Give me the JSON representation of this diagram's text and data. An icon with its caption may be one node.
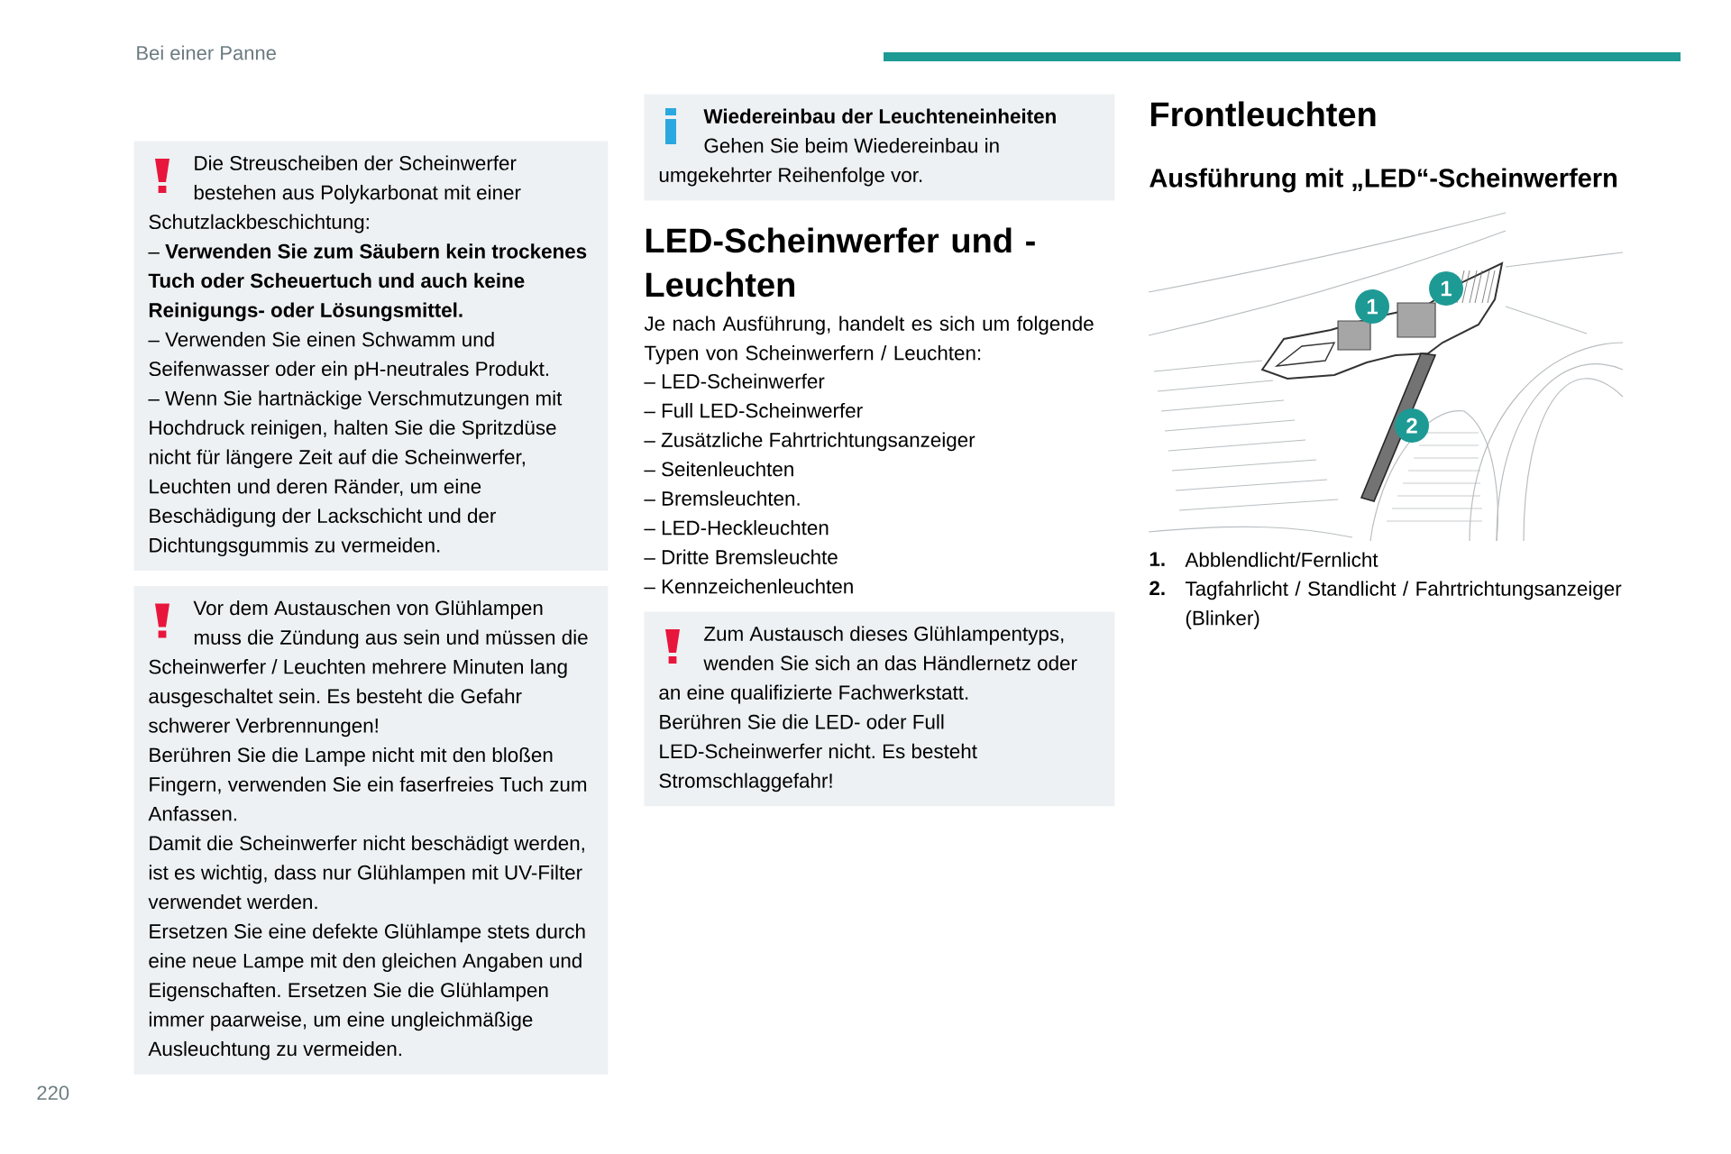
{
  "diagram": {
    "nodes": [
      {
        "text": [
          "Die Streuscheiben der Scheinwerfer bestehen aus Polykarbonat mit einer Schutzlackbeschichtung:",
          "– **Verwenden Sie zum Säubern kein trockenes Tuch oder Scheuertuch und auch keine Reinigungs- oder Lösungsmittel.**",
          "– Verwenden Sie einen Schwamm und Seifenwasser oder ein pH-neutrales Produkt.",
          "– Wenn Sie hartnäckige Verschmutzungen mit Hochdruck reinigen, halten Sie die Spritzdüse nicht für längere Zeit auf die Scheinwerfer, Leuchten und deren Ränder, um eine Beschädigung der Lackschicht und der Dichtungsgummis zu vermeiden."
        ]
      },
      {
        "text": [
          "Vor dem Austauschen von Glühlampen muss die Zündung aus sein und müssen die Scheinwerfer / Leuchten mehrere Minuten lang ausgeschaltet sein. Es besteht die Gefahr schwerer Verbrennungen!",
          "Berühren Sie die Lampe nicht mit den bloßen Fingern, verwenden Sie ein faserfreies Tuch zum Anfassen.",
          "Damit die Scheinwerfer nicht beschädigt werden, ist es wichtig, dass nur Glühlampen mit UV-Filter verwendet werden.",
          "Ersetzen Sie eine defekte Glühlampe stets durch eine neue Lampe mit den gleichen Angaben und Eigenschaften. Ersetzen Sie die Glühlampen immer paarweise, um eine ungleichmäßige Ausleuchtung zu vermeiden."
        ]
      },
      {
        "text": [
          "Wiedereinbau der Leuchteneinheiten",
          "Gehen Sie beim Wiedereinbau in umgekehrter Reihenfolge vor."
        ]
      },
      {
        "text": [
          "Zum Austausch dieses Glühlampentyps, wenden Sie sich an das Händlernetz oder an eine qualifizierte Fachwerkstatt.",
          "Berühren Sie die LED- oder Full LED-Scheinwerfer nicht. Es besteht Stromschlaggefahr!"
        ]
      },
      {
        "text": [
          "1"
        ]
      },
      {
        "text": [
          "1"
        ]
      },
      {
        "text": [
          "2"
        ]
      }
    ],
    "labels": [
      "Bei einer Panne",
      "220",
      "LED-Scheinwerfer und -Leuchten",
      "Je nach Ausführung, handelt es sich um folgende Typen von Scheinwerfern / Leuchten:",
      "– LED-Scheinwerfer",
      "– Full LED-Scheinwerfer",
      "– Zusätzliche Fahrtrichtungsanzeiger",
      "– Seitenleuchten",
      "– Bremsleuchten.",
      "– LED-Heckleuchten",
      "– Dritte Bremsleuchte",
      "– Kennzeichenleuchten",
      "Frontleuchten",
      "Ausführung mit „LED“-Scheinwerfern",
      "1.",
      "Abblendlicht/Fernlicht",
      "2.",
      "Tagfahrlicht / Standlicht / Fahrtrichtungsanzeiger (Blinker)"
    ]
  }
}
